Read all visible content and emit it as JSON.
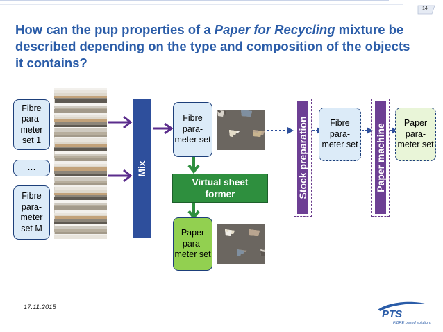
{
  "page_number": "14",
  "date": "17.11.2015",
  "title": {
    "part1": "How can the pup properties of a ",
    "italic": "Paper for Recycling",
    "part2": " mixture be described depending on the type and composition of the objects it contains?"
  },
  "left_boxes": {
    "box1": "Fibre para-meter set 1",
    "ellipsis": "…",
    "boxM": "Fibre para-meter set M"
  },
  "mix_label": "Mix",
  "mid_box": "Fibre para-meter set",
  "virtual_sheet_former": "Virtual sheet former",
  "paper_box_mid": "Paper para-meter set",
  "stock_preparation": "Stock preparation",
  "fibre_box_right": "Fibre para-meter set",
  "paper_machine": "Paper machine",
  "paper_box_right": "Paper para-meter set",
  "logo": {
    "brand": "PTS",
    "tagline": "FIBRE based solutions"
  },
  "colors": {
    "title": "#2a5ca8",
    "mix_bar": "#2e4f9c",
    "arrow_purple": "#5b2d8c",
    "arrow_green": "#2e8f3e",
    "green_box": "#92d050",
    "light_box": "#dcebf8",
    "dark_green": "#2e8f3e",
    "purple_bar": "#6d3f94"
  }
}
